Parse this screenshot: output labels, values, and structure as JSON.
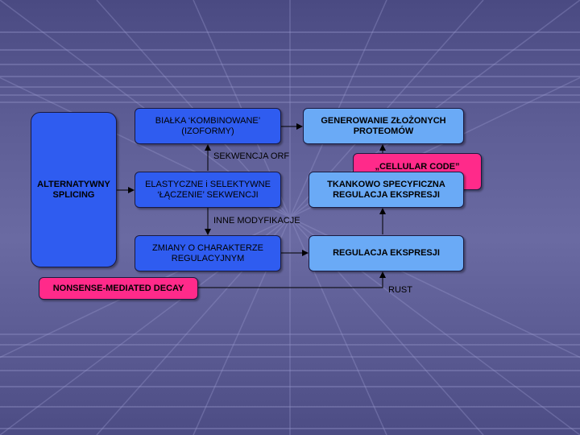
{
  "nodes": {
    "alternatywny": "ALTERNATYWNY SPLICING",
    "bialka": "BIAŁKA ‘KOMBINOWANE’ (IZOFORMY)",
    "elastyczne": "ELASTYCZNE i SELEKTYWNE ‘ŁĄCZENIE’ SEKWENCJI",
    "zmiany": "ZMIANY O CHARAKTERZE REGULACYJNYM",
    "generowanie": "GENEROWANIE ZŁOŻONYCH PROTEOMÓW",
    "cellular": "„CELLULAR CODE”",
    "tkankowo": "TKANKOWO SPECYFICZNA REGULACJA EKSPRESJI",
    "regulacja": "REGULACJA EKSPRESJI",
    "nonsense": "NONSENSE-MEDIATED DECAY"
  },
  "edge_labels": {
    "sekwencja_orf": "SEKWENCJA ORF",
    "inne_modyfikacje": "INNE MODYFIKACJE",
    "rust": "RUST"
  },
  "colors": {
    "dark_box": "#2f5cf0",
    "light_box": "#6aaaf6",
    "pink_box": "#ff2a8a"
  }
}
